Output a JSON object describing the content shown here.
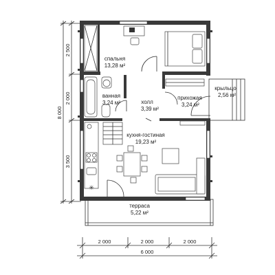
{
  "rooms": {
    "bedroom": {
      "name": "спальня",
      "area": "13,28 м²"
    },
    "bathroom": {
      "name": "ванная",
      "area": "3,24 м²"
    },
    "hall": {
      "name": "холл",
      "area": "3,39 м²"
    },
    "entry": {
      "name": "прихожая",
      "area": "3,24 м²"
    },
    "porch": {
      "name": "крыльцо",
      "area": "2,56 м²"
    },
    "kitchen": {
      "name": "кухня-гостиная",
      "area": "19,23 м²"
    },
    "terrace": {
      "name": "терраса",
      "area": "5,22 м²"
    }
  },
  "dims": {
    "left_total": "8 000",
    "left_top": "2 500",
    "left_mid": "2 000",
    "left_bottom": "3 500",
    "bottom_seg1": "2 000",
    "bottom_seg2": "2 000",
    "bottom_seg3": "2 000",
    "bottom_total": "6 000"
  },
  "colors": {
    "wall": "#3a3a3a",
    "line": "#333333",
    "background": "#ffffff"
  }
}
